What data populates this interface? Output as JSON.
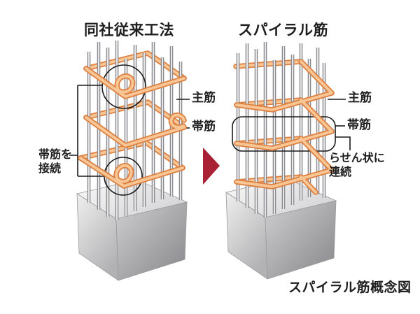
{
  "left_panel": {
    "title": "同社従来工法",
    "label_main_rebar": "主筋",
    "label_hoop_rebar": "帯筋",
    "label_connect_line1": "帯筋を",
    "label_connect_line2": "接続"
  },
  "right_panel": {
    "title": "スパイラル筋",
    "label_main_rebar": "主筋",
    "label_hoop_rebar": "帯筋",
    "label_spiral_line1": "らせん状に",
    "label_spiral_line2": "連続"
  },
  "caption": "スパイラル筋概念図",
  "colors": {
    "background": "#FFFFFF",
    "rebar_hoop_outline": "#DD8041",
    "rebar_hoop_fill": "#F8C695",
    "vertical_bar": "#8C8C90",
    "vertical_bar_highlight": "#E6E6E8",
    "annotation_line": "#1A1A1A",
    "arrow_red": "#A92135",
    "text": "#1E1E1E"
  },
  "icons": {
    "transition_arrow": "right-arrow"
  }
}
